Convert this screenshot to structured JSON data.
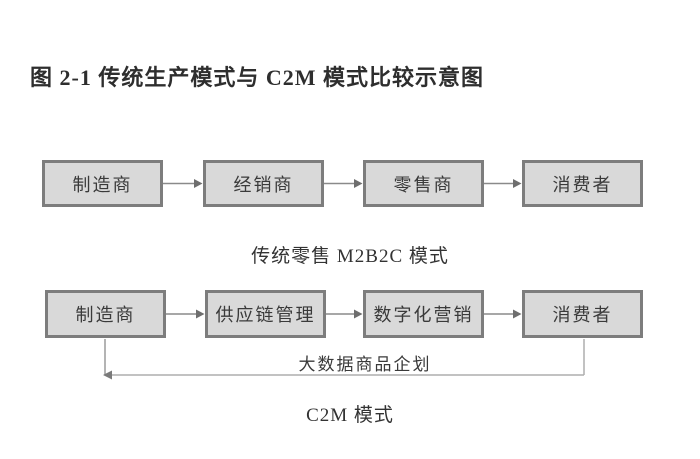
{
  "figure": {
    "title": "图 2-1 传统生产模式与 C2M 模式比较示意图"
  },
  "traditional_flow": {
    "caption": "传统零售 M2B2C 模式",
    "nodes": [
      {
        "label": "制造商"
      },
      {
        "label": "经销商"
      },
      {
        "label": "零售商"
      },
      {
        "label": "消费者"
      }
    ]
  },
  "c2m_flow": {
    "caption": "C2M 模式",
    "nodes": [
      {
        "label": "制造商"
      },
      {
        "label": "供应链管理"
      },
      {
        "label": "数字化营销"
      },
      {
        "label": "消费者"
      }
    ],
    "feedback_label": "大数据商品企划"
  },
  "colors": {
    "box_fill": "#d9d9d9",
    "box_border": "#7d7d7d",
    "arrow_line": "#8a8a8a",
    "arrow_head": "#6e6e6e",
    "feedback_line": "#aeaeae",
    "text": "#333333"
  }
}
